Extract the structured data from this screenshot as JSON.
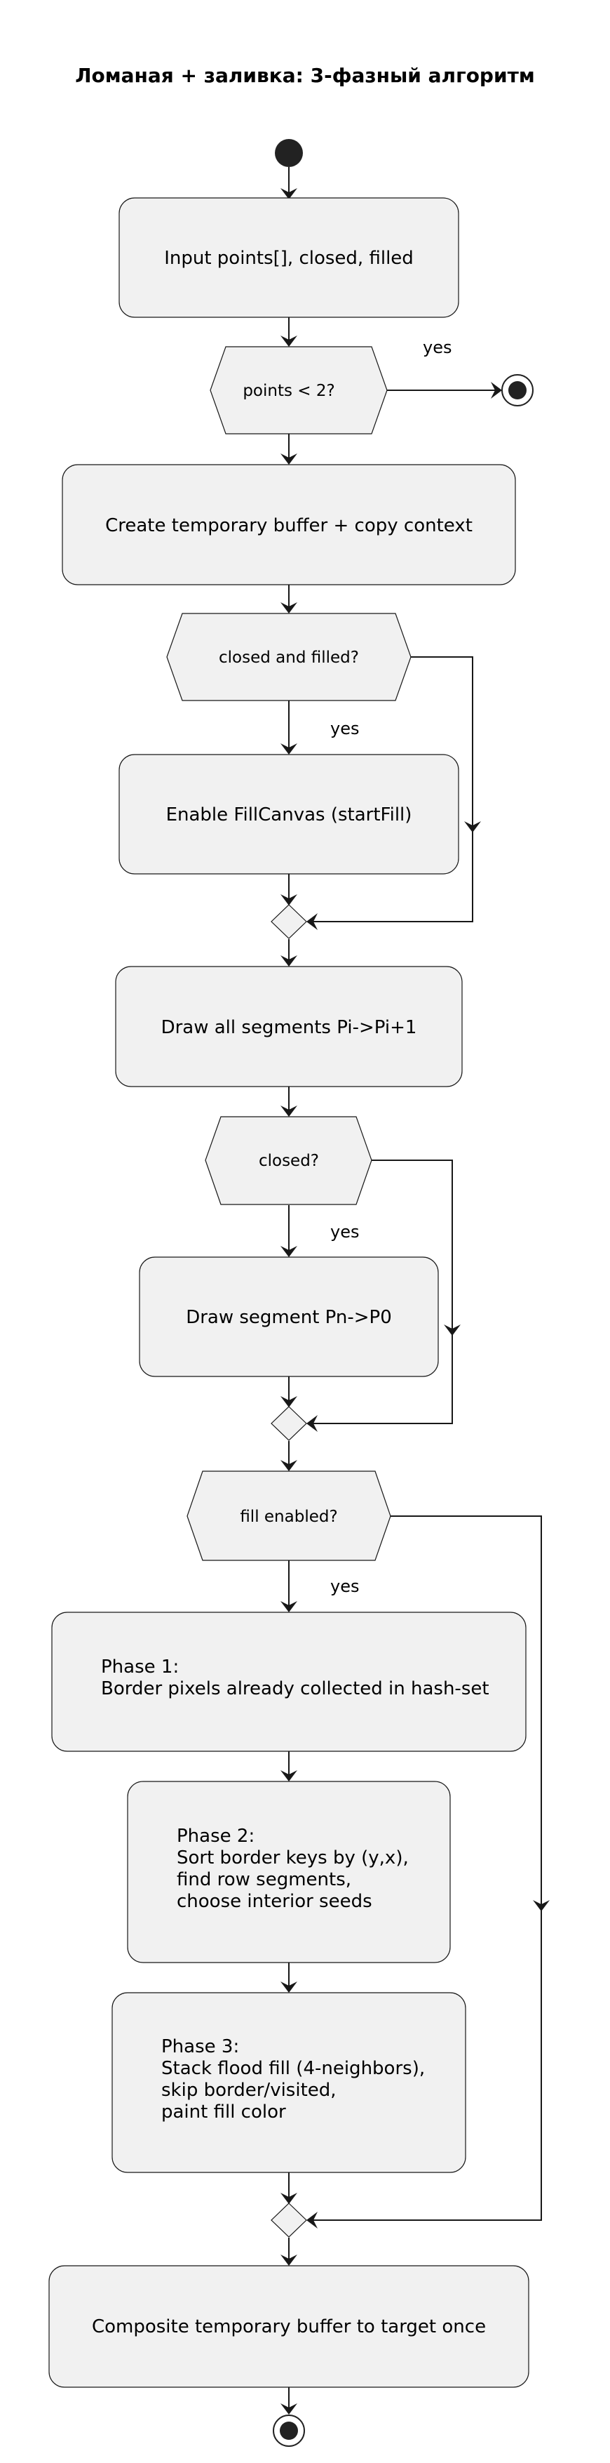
{
  "title": "Ломаная + заливка: 3-фазный алгоритм",
  "activities": {
    "input": "Input points[], closed, filled",
    "create_buffer": "Create temporary buffer + copy context",
    "enable_fill": "Enable FillCanvas (startFill)",
    "draw_segments": "Draw all segments Pi->Pi+1",
    "draw_closing": "Draw segment Pn->P0",
    "phase1": [
      "Phase 1:",
      "Border pixels already collected in hash-set"
    ],
    "phase2": [
      "Phase 2:",
      "Sort border keys by (y,x),",
      "find row segments,",
      "choose interior seeds"
    ],
    "phase3": [
      "Phase 3:",
      "Stack flood fill (4-neighbors),",
      "skip border/visited,",
      "paint fill color"
    ],
    "composite": "Composite temporary buffer to target once"
  },
  "decisions": {
    "points_lt_2": "points < 2?",
    "closed_and_filled": "closed and filled?",
    "closed": "closed?",
    "fill_enabled": "fill enabled?"
  },
  "labels": {
    "yes_end": "yes",
    "yes_fill": "yes",
    "yes_closed": "yes",
    "yes_phase": "yes"
  }
}
